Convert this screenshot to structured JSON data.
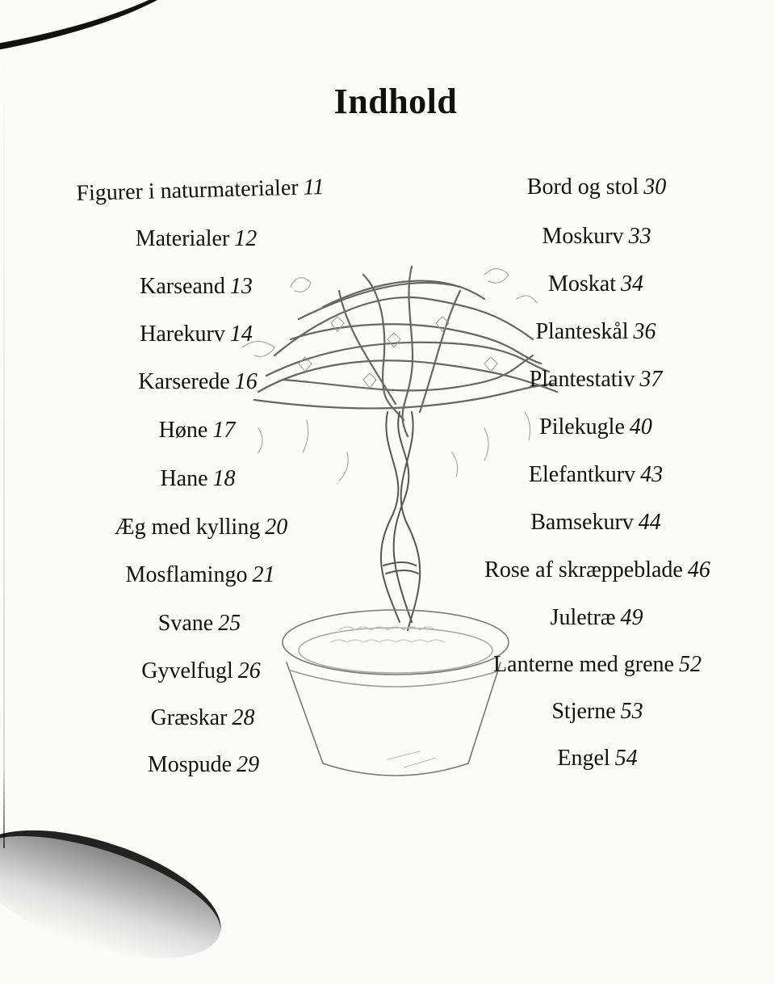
{
  "page": {
    "title": "Indhold"
  },
  "toc": {
    "left": [
      {
        "title": "Figurer i naturmaterialer",
        "page": "11"
      },
      {
        "title": "Materialer",
        "page": "12"
      },
      {
        "title": "Karseand",
        "page": "13"
      },
      {
        "title": "Harekurv",
        "page": "14"
      },
      {
        "title": "Karserede",
        "page": "16"
      },
      {
        "title": "Høne",
        "page": "17"
      },
      {
        "title": "Hane",
        "page": "18"
      },
      {
        "title": "Æg med kylling",
        "page": "20"
      },
      {
        "title": "Mosflamingo",
        "page": "21"
      },
      {
        "title": "Svane",
        "page": "25"
      },
      {
        "title": "Gyvelfugl",
        "page": "26"
      },
      {
        "title": "Græskar",
        "page": "28"
      },
      {
        "title": "Mospude",
        "page": "29"
      }
    ],
    "right": [
      {
        "title": "Bord og stol",
        "page": "30"
      },
      {
        "title": "Moskurv",
        "page": "33"
      },
      {
        "title": "Moskat",
        "page": "34"
      },
      {
        "title": "Planteskål",
        "page": "36"
      },
      {
        "title": "Plantestativ",
        "page": "37"
      },
      {
        "title": "Pilekugle",
        "page": "40"
      },
      {
        "title": "Elefantkurv",
        "page": "43"
      },
      {
        "title": "Bamsekurv",
        "page": "44"
      },
      {
        "title": "Rose af skræppeblade",
        "page": "46"
      },
      {
        "title": "Juletræ",
        "page": "49"
      },
      {
        "title": "Lanterne med grene",
        "page": "52"
      },
      {
        "title": "Stjerne",
        "page": "53"
      },
      {
        "title": "Engel",
        "page": "54"
      }
    ]
  },
  "illustration": {
    "subject": "pencil sketch of a braided willow tree with ivy in a flower pot"
  }
}
